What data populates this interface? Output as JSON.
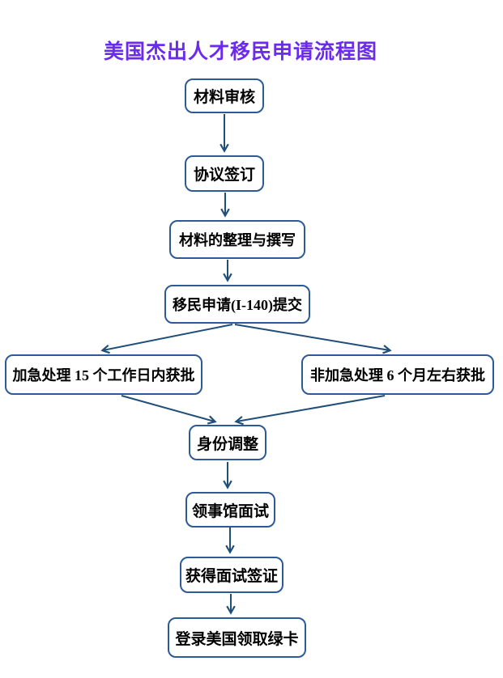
{
  "title": {
    "text": "美国杰出人才移民申请流程图"
  },
  "nodes": [
    {
      "id": "material-review",
      "label": "材料审核"
    },
    {
      "id": "agreement-signing",
      "label": "协议签订"
    },
    {
      "id": "material-writing",
      "label": "材料的整理与撰写"
    },
    {
      "id": "i140-submission",
      "label": "移民申请(I-140)提交"
    },
    {
      "id": "premium-processing",
      "label": "加急处理 15 个工作日内获批"
    },
    {
      "id": "regular-processing",
      "label": "非加急处理 6 个月左右获批"
    },
    {
      "id": "status-adjustment",
      "label": "身份调整"
    },
    {
      "id": "consulate-interview",
      "label": "领事馆面试"
    },
    {
      "id": "interview-visa",
      "label": "获得面试签证"
    },
    {
      "id": "green-card",
      "label": "登录美国领取绿卡"
    }
  ],
  "edges": [
    {
      "from": "material-review",
      "to": "agreement-signing"
    },
    {
      "from": "agreement-signing",
      "to": "material-writing"
    },
    {
      "from": "material-writing",
      "to": "i140-submission"
    },
    {
      "from": "i140-submission",
      "to": "premium-processing"
    },
    {
      "from": "i140-submission",
      "to": "regular-processing"
    },
    {
      "from": "premium-processing",
      "to": "status-adjustment"
    },
    {
      "from": "regular-processing",
      "to": "status-adjustment"
    },
    {
      "from": "status-adjustment",
      "to": "consulate-interview"
    },
    {
      "from": "consulate-interview",
      "to": "interview-visa"
    },
    {
      "from": "interview-visa",
      "to": "green-card"
    }
  ],
  "colors": {
    "title": "#6a2bee",
    "node_border": "#2d5a97",
    "arrow": "#1f4e79",
    "node_text": "#000000",
    "background": "#ffffff"
  }
}
